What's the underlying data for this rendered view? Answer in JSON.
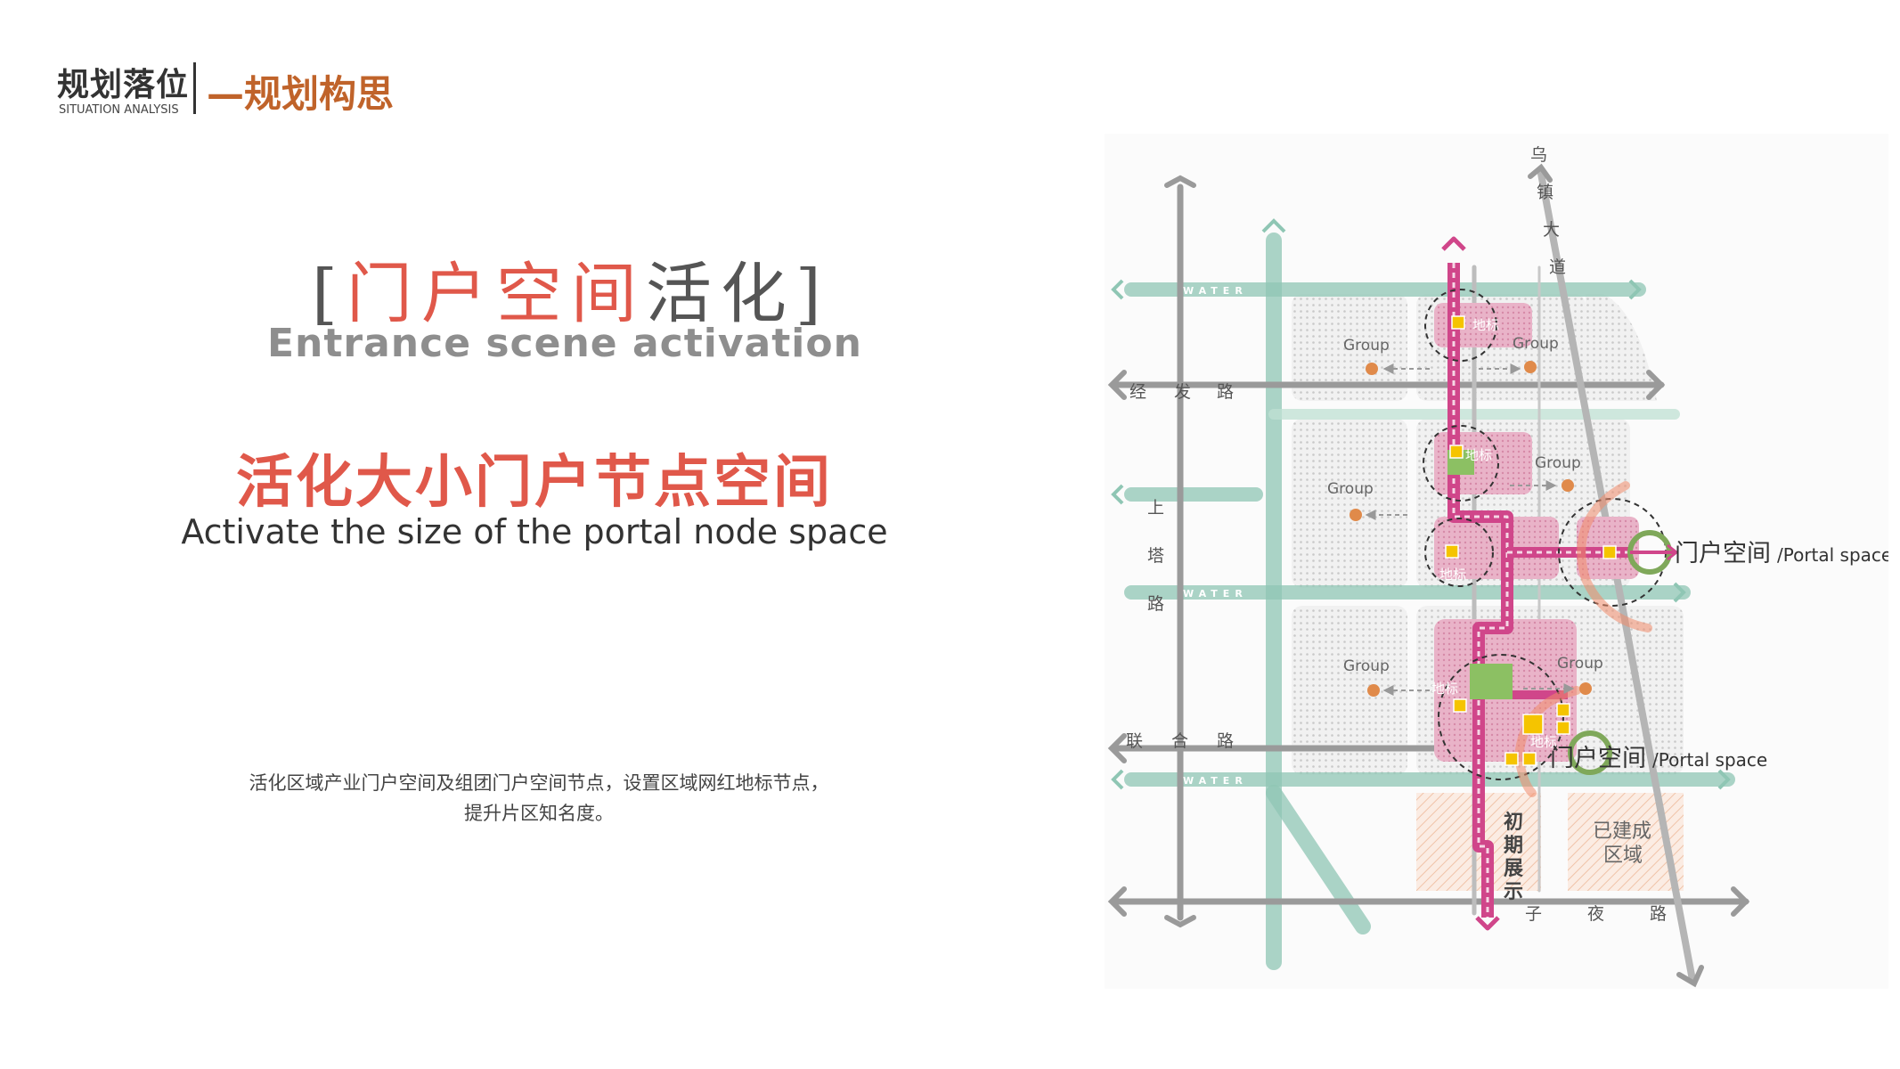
{
  "header": {
    "title": "规划落位",
    "subtitle": "SITUATION ANALYSIS",
    "section": "—规划构思"
  },
  "hero": {
    "open_bracket": "[",
    "title_red": "门户空间",
    "title_gray": "活化",
    "close_bracket": "]",
    "english": "Entrance scene activation"
  },
  "main": {
    "heading": "活化大小门户节点空间",
    "english": "Activate the size of the portal node space",
    "description": "活化区域产业门户空间及组团门户空间节点，设置区域网红地标节点，提升片区知名度。"
  },
  "map": {
    "roads": {
      "wuzhen": [
        "乌",
        "镇",
        "大",
        "道"
      ],
      "jingfa": [
        "经",
        "发",
        "路"
      ],
      "shangta": [
        "上",
        "塔",
        "路"
      ],
      "lianhe": [
        "联",
        "合",
        "路"
      ],
      "ziye": [
        "子",
        "夜",
        "路"
      ]
    },
    "water_label": "WATER",
    "group_label": "Group",
    "landmark_label": "地标",
    "portal_cn": "门户空间",
    "portal_en": "/Portal space",
    "initial_display": [
      "初",
      "期",
      "展",
      "示"
    ],
    "built_area": [
      "已建成",
      "区域"
    ],
    "colors": {
      "road": "#9a9a9a",
      "water": "#8fc6b4",
      "magenta": "#d0468a",
      "block_pink": "#e9b3c8",
      "landmark_yellow": "#f5c400",
      "green": "#8cc063",
      "orange_dot": "#e08a4a",
      "arc_orange": "#f08a6a"
    }
  }
}
